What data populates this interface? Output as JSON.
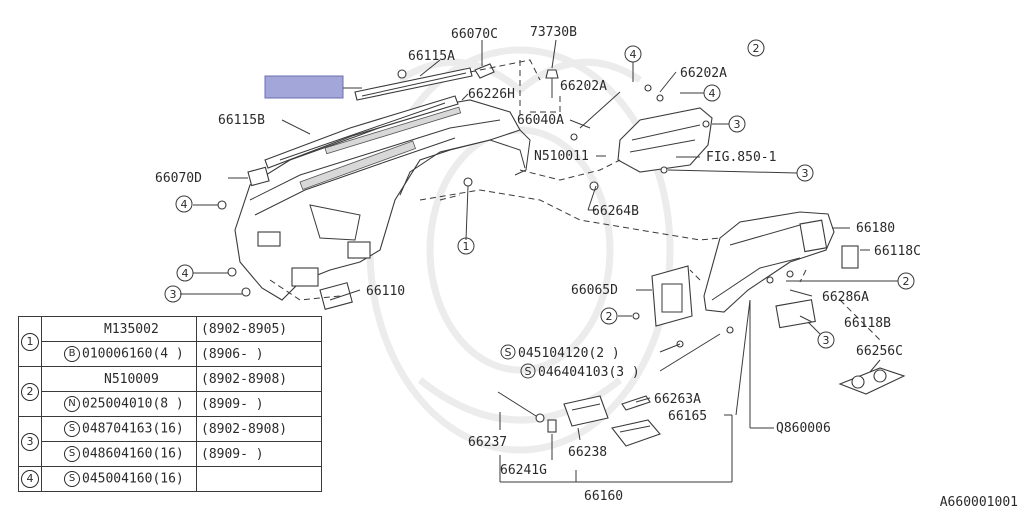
{
  "callouts": [
    {
      "id": "c-66070C",
      "text": "66070C"
    },
    {
      "id": "c-73730B",
      "text": "73730B"
    },
    {
      "id": "c-66115A",
      "text": "66115A"
    },
    {
      "id": "c-66226H",
      "text": "66226H"
    },
    {
      "id": "c-66202A-1",
      "text": "66202A"
    },
    {
      "id": "c-66202A-2",
      "text": "66202A"
    },
    {
      "id": "c-66115B",
      "text": "66115B"
    },
    {
      "id": "c-66040A",
      "text": "66040A"
    },
    {
      "id": "c-N510011",
      "text": "N510011"
    },
    {
      "id": "c-FIG850",
      "text": "FIG.850-1"
    },
    {
      "id": "c-66070D",
      "text": "66070D"
    },
    {
      "id": "c-66264B",
      "text": "66264B"
    },
    {
      "id": "c-66180",
      "text": "66180"
    },
    {
      "id": "c-66118C",
      "text": "66118C"
    },
    {
      "id": "c-66110",
      "text": "66110"
    },
    {
      "id": "c-66065D",
      "text": "66065D"
    },
    {
      "id": "c-66286A",
      "text": "66286A"
    },
    {
      "id": "c-66118B",
      "text": "66118B"
    },
    {
      "id": "c-045104120",
      "text": "045104120(2 )"
    },
    {
      "id": "c-046404103",
      "text": "046404103(3 )"
    },
    {
      "id": "c-66256C",
      "text": "66256C"
    },
    {
      "id": "c-66263A",
      "text": "66263A"
    },
    {
      "id": "c-66165",
      "text": "66165"
    },
    {
      "id": "c-Q860006",
      "text": "Q860006"
    },
    {
      "id": "c-66237",
      "text": "66237"
    },
    {
      "id": "c-66238",
      "text": "66238"
    },
    {
      "id": "c-66241G",
      "text": "66241G"
    },
    {
      "id": "c-66160",
      "text": "66160"
    }
  ],
  "circle_refs": {
    "one": "1",
    "two": "2",
    "three": "3",
    "four": "4",
    "s": "S",
    "n": "N",
    "b": "B"
  },
  "legend": {
    "rows": [
      {
        "key": "1",
        "prefix": "",
        "part": "M135002",
        "dates": "(8902-8905)"
      },
      {
        "key": "",
        "prefix": "B",
        "part": "010006160(4 )",
        "dates": "(8906-      )"
      },
      {
        "key": "2",
        "prefix": "",
        "part": "N510009",
        "dates": "(8902-8908)"
      },
      {
        "key": "",
        "prefix": "N",
        "part": "025004010(8 )",
        "dates": "(8909-      )"
      },
      {
        "key": "3",
        "prefix": "S",
        "part": "048704163(16)",
        "dates": "(8902-8908)"
      },
      {
        "key": "",
        "prefix": "S",
        "part": "048604160(16)",
        "dates": "(8909-      )"
      },
      {
        "key": "4",
        "prefix": "S",
        "part": "045004160(16)",
        "dates": ""
      }
    ]
  },
  "diagram_id": "A660001001",
  "highlight_color": "#a3a6d9"
}
